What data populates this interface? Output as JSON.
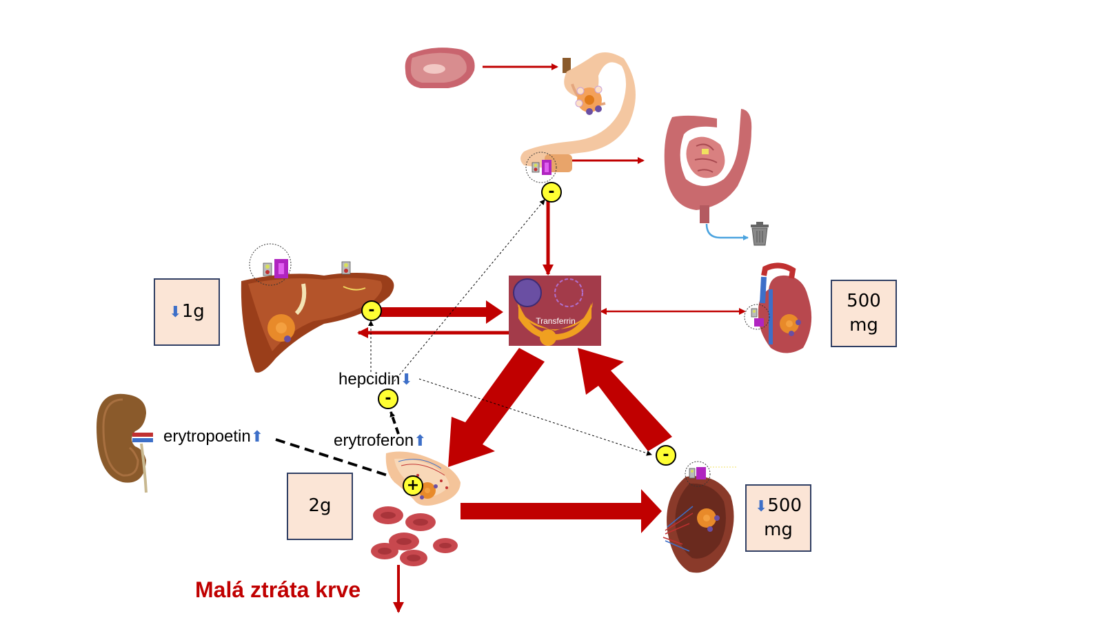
{
  "transferrin_label": "Transferrin",
  "labels": {
    "hepcidin": "hepcidin",
    "erytropoetin": "erytropoetin",
    "erytroferon": "erytroferon",
    "blood_loss": "Malá ztráta krve"
  },
  "boxes": {
    "liver_store": "1g",
    "erythrocyte_store": "2g",
    "spleen_store_line1": "500",
    "spleen_store_line2": "mg",
    "heart_store_line1": "500",
    "heart_store_line2": "mg"
  },
  "signs": {
    "minus": "-",
    "plus": "+"
  },
  "icons": [
    "meat-icon",
    "stomach-icon",
    "intestine-icon",
    "trash-icon",
    "liver-icon",
    "heart-icon",
    "kidney-icon",
    "bone-marrow-icon",
    "red-blood-cells-icon",
    "spleen-icon",
    "transferrin-icon",
    "arrow-up-icon",
    "arrow-down-icon"
  ],
  "colors": {
    "flow_arrow": "#c00000",
    "regulator_sign": "#ffff33",
    "store_box_fill": "#fbe5d6",
    "store_box_border": "#2f3e63",
    "blue_indicator": "#3d6fc8"
  }
}
